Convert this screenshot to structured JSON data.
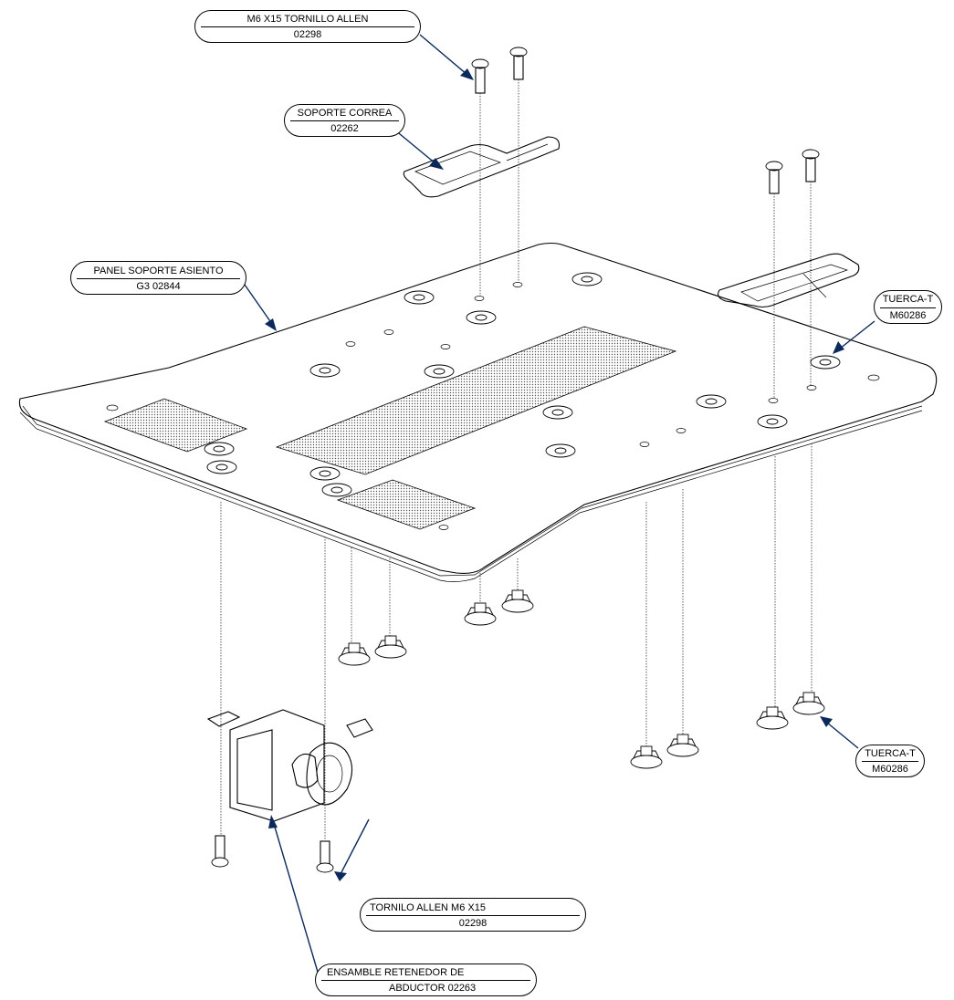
{
  "callouts": {
    "screw_top": {
      "line1": "M6 X15 TORNILLO ALLEN",
      "line2": "02298"
    },
    "strap_support": {
      "line1": "SOPORTE CORREA",
      "line2": "02262"
    },
    "seat_panel": {
      "line1": "PANEL SOPORTE ASIENTO",
      "line2": "G3 02844"
    },
    "tnut_top": {
      "line1": "TUERCA-T",
      "line2": "M60286"
    },
    "tnut_bottom": {
      "line1": "TUERCA-T",
      "line2": "M60286"
    },
    "screw_bottom": {
      "line1": "TORNILO ALLEN M6 X15",
      "line2": "02298"
    },
    "abductor": {
      "line1": "ENSAMBLE RETENEDOR DE",
      "line2": "ABDUCTOR 02263"
    }
  },
  "colors": {
    "leader": "#0b2a5b",
    "line": "#000000",
    "background": "#ffffff"
  }
}
